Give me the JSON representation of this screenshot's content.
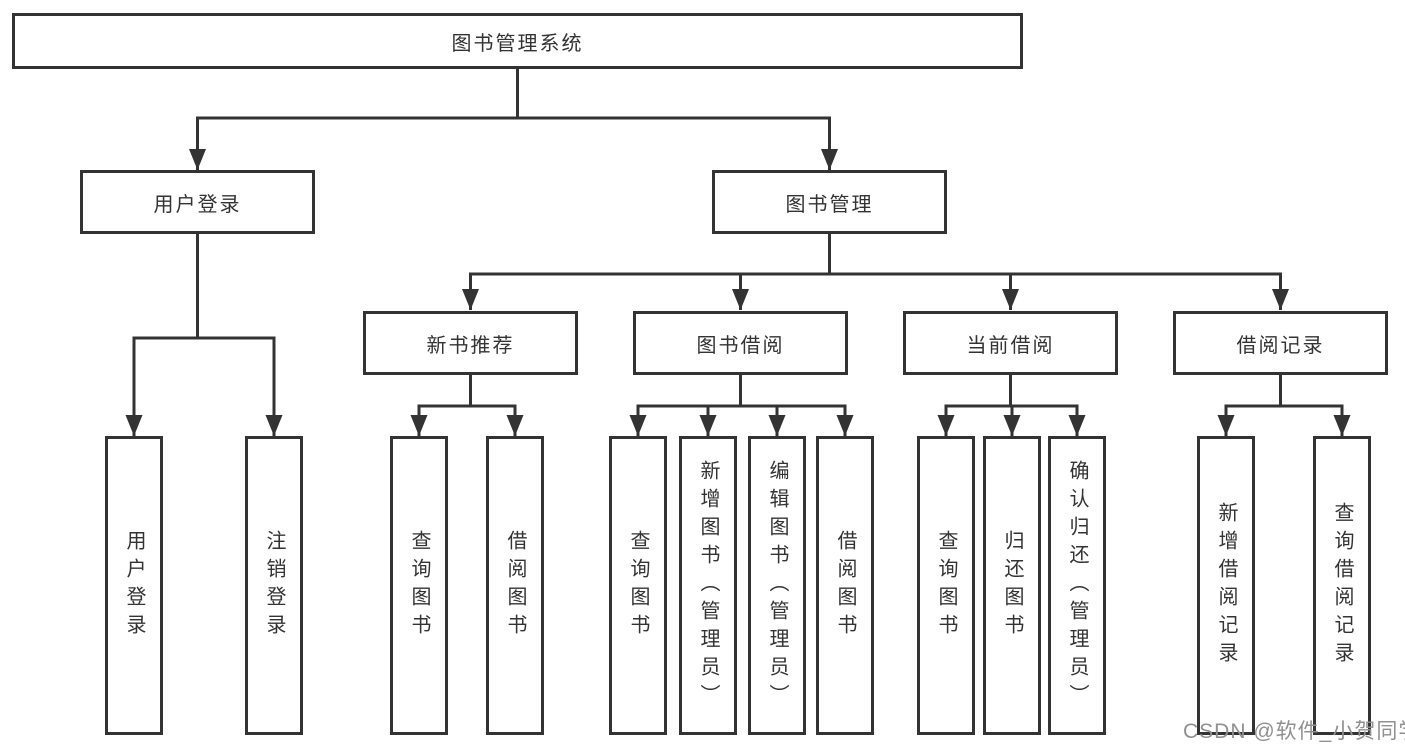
{
  "diagram": {
    "title": "图书管理系统",
    "tree": {
      "root": "图书管理系统",
      "children": [
        {
          "label": "用户登录",
          "children": [
            "用户登录",
            "注销登录"
          ]
        },
        {
          "label": "图书管理",
          "children": [
            {
              "label": "新书推荐",
              "children": [
                "查询图书",
                "借阅图书"
              ]
            },
            {
              "label": "图书借阅",
              "children": [
                "查询图书",
                "新增图书（管理员）",
                "编辑图书（管理员）",
                "借阅图书"
              ]
            },
            {
              "label": "当前借阅",
              "children": [
                "查询图书",
                "归还图书",
                "确认归还（管理员）"
              ]
            },
            {
              "label": "借阅记录",
              "children": [
                "新增借阅记录",
                "查询借阅记录"
              ]
            }
          ]
        }
      ]
    }
  },
  "watermark": {
    "label": "CSDN @软件_小贺同学"
  },
  "colors": {
    "line": "#333333",
    "box_border": "#333333",
    "box_background": "#ffffff",
    "text": "#333333",
    "watermark": "#909090"
  }
}
